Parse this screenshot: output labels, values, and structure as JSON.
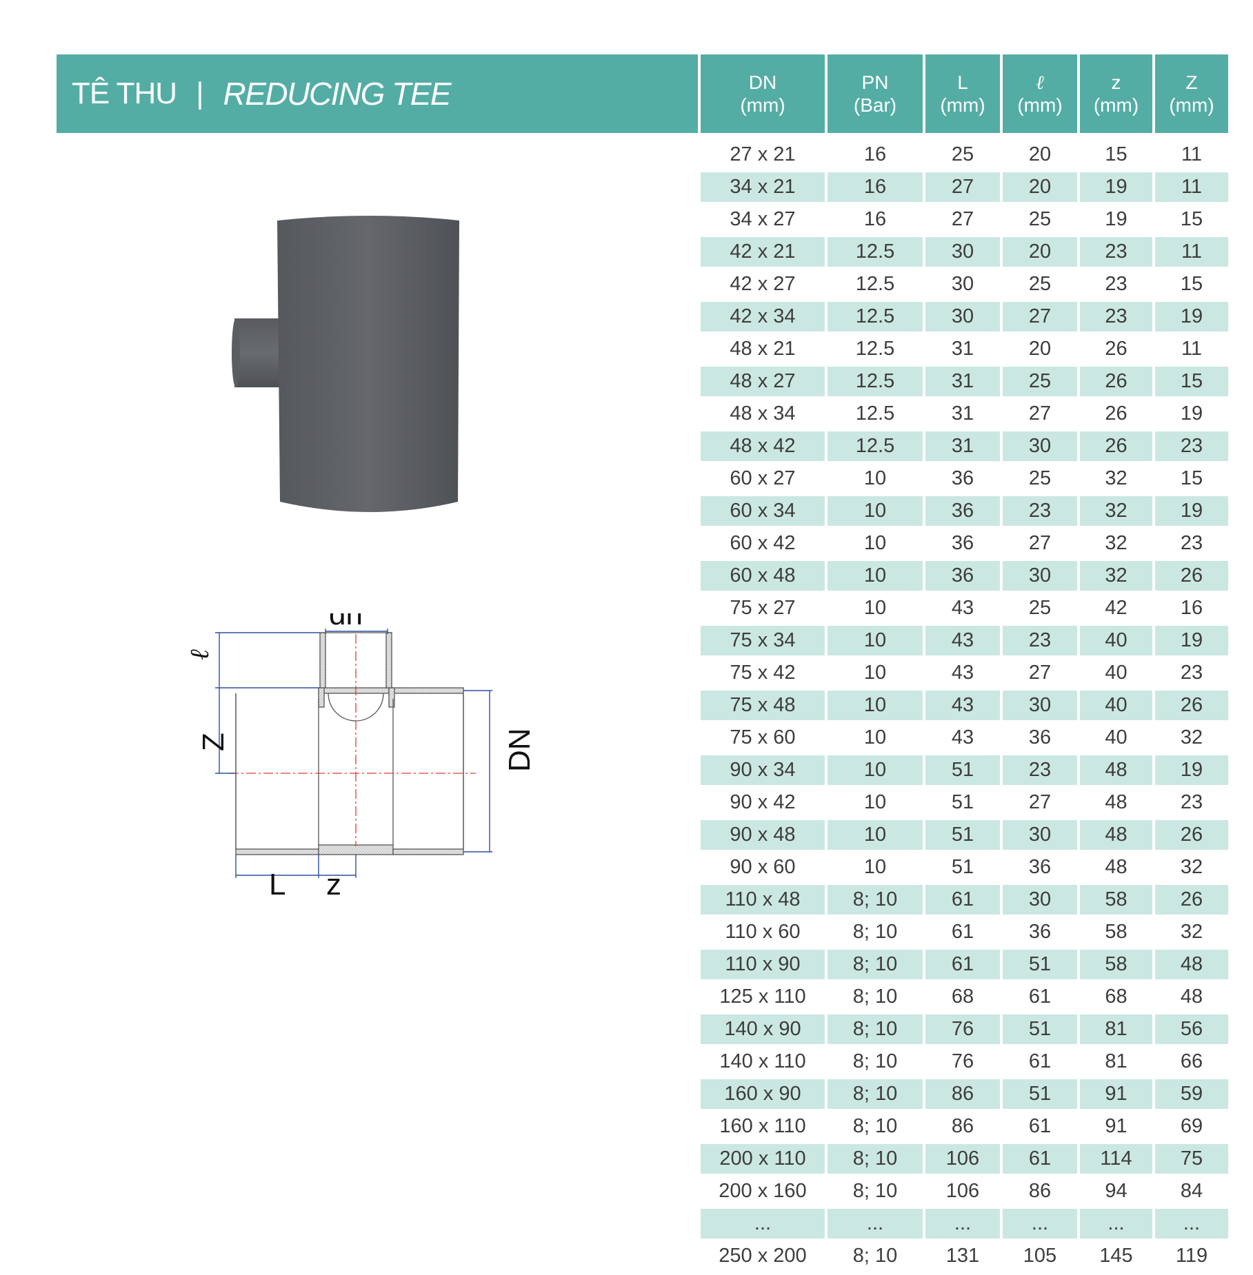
{
  "title": {
    "main": "TÊ THU",
    "separator": "|",
    "sub": "REDUCING TEE"
  },
  "table": {
    "headers": [
      {
        "top": "DN",
        "bottom": "(mm)"
      },
      {
        "top": "PN",
        "bottom": "(Bar)"
      },
      {
        "top": "L",
        "bottom": "(mm)"
      },
      {
        "top": "ℓ",
        "bottom": "(mm)"
      },
      {
        "top": "z",
        "bottom": "(mm)"
      },
      {
        "top": "Z",
        "bottom": "(mm)"
      }
    ],
    "rows": [
      [
        "27 x 21",
        "16",
        "25",
        "20",
        "15",
        "11"
      ],
      [
        "34 x 21",
        "16",
        "27",
        "20",
        "19",
        "11"
      ],
      [
        "34 x 27",
        "16",
        "27",
        "25",
        "19",
        "15"
      ],
      [
        "42 x 21",
        "12.5",
        "30",
        "20",
        "23",
        "11"
      ],
      [
        "42 x 27",
        "12.5",
        "30",
        "25",
        "23",
        "15"
      ],
      [
        "42 x 34",
        "12.5",
        "30",
        "27",
        "23",
        "19"
      ],
      [
        "48 x 21",
        "12.5",
        "31",
        "20",
        "26",
        "11"
      ],
      [
        "48 x 27",
        "12.5",
        "31",
        "25",
        "26",
        "15"
      ],
      [
        "48 x 34",
        "12.5",
        "31",
        "27",
        "26",
        "19"
      ],
      [
        "48 x 42",
        "12.5",
        "31",
        "30",
        "26",
        "23"
      ],
      [
        "60 x 27",
        "10",
        "36",
        "25",
        "32",
        "15"
      ],
      [
        "60 x 34",
        "10",
        "36",
        "23",
        "32",
        "19"
      ],
      [
        "60 x 42",
        "10",
        "36",
        "27",
        "32",
        "23"
      ],
      [
        "60 x 48",
        "10",
        "36",
        "30",
        "32",
        "26"
      ],
      [
        "75 x 27",
        "10",
        "43",
        "25",
        "42",
        "16"
      ],
      [
        "75 x 34",
        "10",
        "43",
        "23",
        "40",
        "19"
      ],
      [
        "75 x 42",
        "10",
        "43",
        "27",
        "40",
        "23"
      ],
      [
        "75 x 48",
        "10",
        "43",
        "30",
        "40",
        "26"
      ],
      [
        "75 x 60",
        "10",
        "43",
        "36",
        "40",
        "32"
      ],
      [
        "90 x 34",
        "10",
        "51",
        "23",
        "48",
        "19"
      ],
      [
        "90 x 42",
        "10",
        "51",
        "27",
        "48",
        "23"
      ],
      [
        "90 x 48",
        "10",
        "51",
        "30",
        "48",
        "26"
      ],
      [
        "90 x 60",
        "10",
        "51",
        "36",
        "48",
        "32"
      ],
      [
        "110 x 48",
        "8; 10",
        "61",
        "30",
        "58",
        "26"
      ],
      [
        "110 x 60",
        "8; 10",
        "61",
        "36",
        "58",
        "32"
      ],
      [
        "110 x 90",
        "8; 10",
        "61",
        "51",
        "58",
        "48"
      ],
      [
        "125 x 110",
        "8; 10",
        "68",
        "61",
        "68",
        "48"
      ],
      [
        "140 x 90",
        "8; 10",
        "76",
        "51",
        "81",
        "56"
      ],
      [
        "140 x 110",
        "8; 10",
        "76",
        "61",
        "81",
        "66"
      ],
      [
        "160 x 90",
        "8; 10",
        "86",
        "51",
        "91",
        "59"
      ],
      [
        "160 x 110",
        "8; 10",
        "86",
        "61",
        "91",
        "69"
      ],
      [
        "200 x 110",
        "8; 10",
        "106",
        "61",
        "114",
        "75"
      ],
      [
        "200 x 160",
        "8; 10",
        "106",
        "86",
        "94",
        "84"
      ],
      [
        "...",
        "...",
        "...",
        "...",
        "...",
        "..."
      ],
      [
        "250 x 200",
        "8; 10",
        "131",
        "105",
        "145",
        "119"
      ]
    ]
  },
  "diagram": {
    "labels": {
      "dn": "dn",
      "DN": "DN",
      "Z": "Z",
      "ell": "ℓ",
      "L": "L",
      "z": "z"
    }
  },
  "colors": {
    "accent": "#54ada5",
    "row_alt": "#cbe7e2",
    "fitting": "#5c5f63",
    "centerline": "#e23a3a",
    "dimension": "#2d4fa3"
  }
}
